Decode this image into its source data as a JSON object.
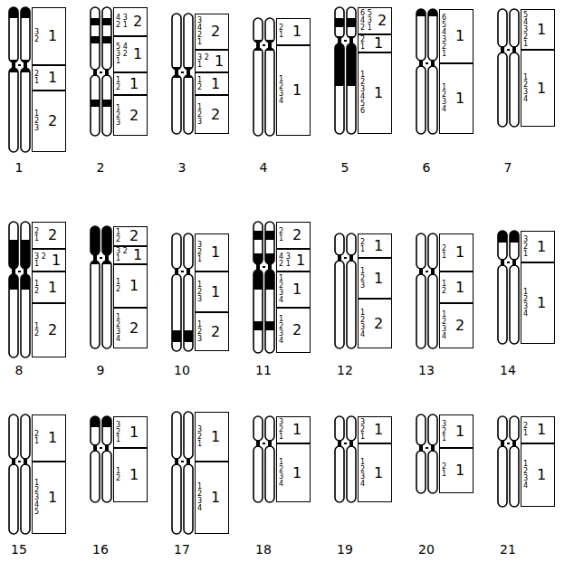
{
  "diagram": {
    "nodes": [
      {
        "text": [
          "3 2",
          "1"
        ]
      },
      {
        "text": [
          "2 1",
          "1"
        ]
      },
      {
        "text": [
          "1 2 3",
          "2"
        ]
      },
      {
        "text": [
          "4 3 2 1",
          "2"
        ]
      },
      {
        "text": [
          "5 4 3 2 1",
          "1"
        ]
      },
      {
        "text": [
          "1 2",
          "1"
        ]
      },
      {
        "text": [
          "1 2 3",
          "2"
        ]
      },
      {
        "text": [
          "3 4 2 1",
          "2"
        ]
      },
      {
        "text": [
          "3 2 1",
          "1"
        ]
      },
      {
        "text": [
          "1 2",
          "1"
        ]
      },
      {
        "text": [
          "1 2 3",
          "2"
        ]
      },
      {
        "text": [
          "2 1",
          "1"
        ]
      },
      {
        "text": [
          "1 2 3 4",
          "1"
        ]
      },
      {
        "text": [
          "6 5 4 3 2 1",
          "2"
        ]
      },
      {
        "text": [
          "2 1",
          "1"
        ]
      },
      {
        "text": [
          "1 2 3 4 5 6",
          "1"
        ]
      },
      {
        "text": [
          "6 5 4 3 2 1",
          "1"
        ]
      },
      {
        "text": [
          "1 2 3 4",
          "1"
        ]
      },
      {
        "text": [
          "5 4 3 2 1",
          "1"
        ]
      },
      {
        "text": [
          "1 2 3 4",
          "1"
        ]
      },
      {
        "text": [
          "2 1",
          "2"
        ]
      },
      {
        "text": [
          "3 2 1",
          "1"
        ]
      },
      {
        "text": [
          "1 2",
          "1"
        ]
      },
      {
        "text": [
          "1 2",
          "2"
        ]
      },
      {
        "text": [
          "1 2",
          "2"
        ]
      },
      {
        "text": [
          "3 2 1",
          "1"
        ]
      },
      {
        "text": [
          "1 2",
          "1"
        ]
      },
      {
        "text": [
          "1 2 3 4",
          "2"
        ]
      },
      {
        "text": [
          "3 2 1",
          "1"
        ]
      },
      {
        "text": [
          "1 2 3",
          "1"
        ]
      },
      {
        "text": [
          "1 2 3",
          "2"
        ]
      },
      {
        "text": [
          "2 1",
          "2"
        ]
      },
      {
        "text": [
          "4 3 2 1",
          "1"
        ]
      },
      {
        "text": [
          "1 2 3 4",
          "1"
        ]
      },
      {
        "text": [
          "1 2 3 4",
          "2"
        ]
      },
      {
        "text": [
          "2 1",
          "1"
        ]
      },
      {
        "text": [
          "1 2 3",
          "1"
        ]
      },
      {
        "text": [
          "1 2 3 4",
          "2"
        ]
      },
      {
        "text": [
          "2 1",
          "1"
        ]
      },
      {
        "text": [
          "1 2",
          "1"
        ]
      },
      {
        "text": [
          "1 2 3 4",
          "2"
        ]
      },
      {
        "text": [
          "3 2 1",
          "1"
        ]
      },
      {
        "text": [
          "1 2 3 4",
          "1"
        ]
      },
      {
        "text": [
          "2 1",
          "1"
        ]
      },
      {
        "text": [
          "1 2 3 4 5",
          "1"
        ]
      },
      {
        "text": [
          "3 2 1",
          "1"
        ]
      },
      {
        "text": [
          "1 2",
          "1"
        ]
      },
      {
        "text": [
          "3 2 1",
          "1"
        ]
      },
      {
        "text": [
          "1 2 3 4",
          "1"
        ]
      },
      {
        "text": [
          "3 2 1",
          "1"
        ]
      },
      {
        "text": [
          "1 2 3 4",
          "1"
        ]
      },
      {
        "text": [
          "3 2 1",
          "1"
        ]
      },
      {
        "text": [
          "1 2 3 4",
          "1"
        ]
      },
      {
        "text": [
          "3 2 1",
          "1"
        ]
      },
      {
        "text": [
          "2 1",
          "1"
        ]
      },
      {
        "text": [
          "2 1",
          "1"
        ]
      },
      {
        "text": [
          "1 2 3 4",
          "1"
        ]
      }
    ],
    "labels": [
      "1",
      "2",
      "3",
      "4",
      "5",
      "6",
      "7",
      "8",
      "9",
      "10",
      "11",
      "12",
      "13",
      "14",
      "15",
      "16",
      "17",
      "18",
      "19",
      "20",
      "21"
    ]
  }
}
